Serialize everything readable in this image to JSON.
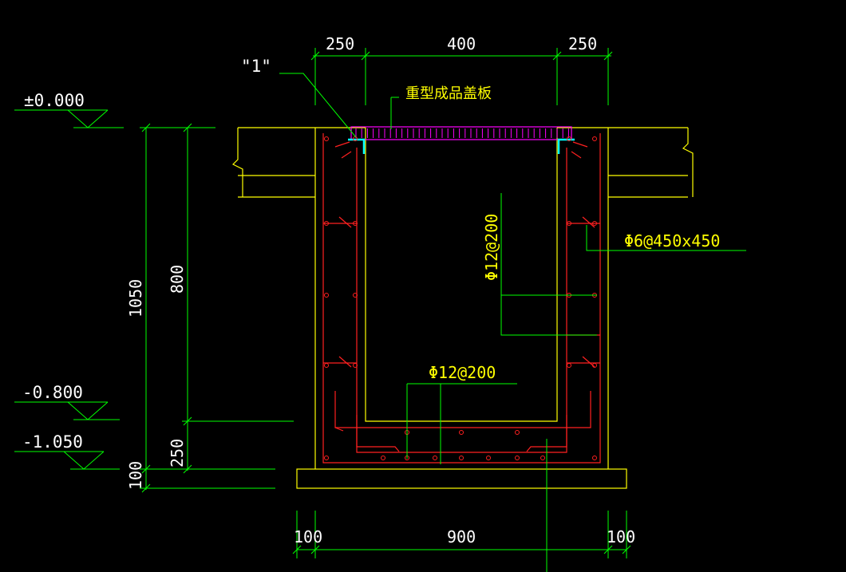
{
  "colors": {
    "background": "#000000",
    "concrete_outline": "#ffff00",
    "rebar": "#ff2020",
    "dimension": "#00ff00",
    "cover_plate": "#ff00ff",
    "angle_iron": "#00ffff",
    "text": "#ffffff",
    "annotation": "#ffff00"
  },
  "dimensions_top": [
    "250",
    "400",
    "250"
  ],
  "dimensions_bottom": [
    "100",
    "900",
    "100"
  ],
  "dimensions_left_outer": [
    "1050",
    "100"
  ],
  "dimensions_left_inner": [
    "800",
    "250"
  ],
  "levels": [
    "±0.000",
    "-0.800",
    "-1.050"
  ],
  "annotations": {
    "detail_mark": "\"1\"",
    "cover_plate": "重型成品盖板",
    "rebar_wall": "Φ12@200",
    "rebar_bottom": "Φ12@200",
    "tie_bar": "Φ6@450x450"
  }
}
